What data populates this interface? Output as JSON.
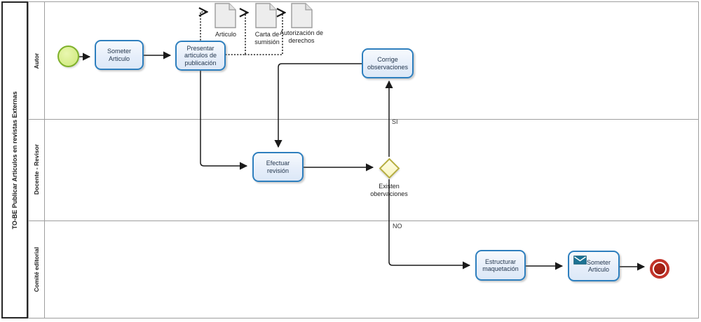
{
  "pool": {
    "title": "TO-BE Publicar Articulos en revistas Externas"
  },
  "lanes": [
    {
      "label": "Autor"
    },
    {
      "label": "Docente - Revisor"
    },
    {
      "label": "Comité editorial"
    }
  ],
  "tasks": {
    "someter1": "Someter Articulo",
    "presentar": "Presentar articulos de publicación",
    "corrige": "Corrige observaciones",
    "efectuar": "Efectuar revisión",
    "estructurar": "Estructurar maquetación",
    "someter2": "Someter Articulo"
  },
  "gateway": {
    "label": "Existen obervaciones"
  },
  "flow_labels": {
    "si": "SI",
    "no": "NO"
  },
  "documents": [
    "Articulo",
    "Carta de sumisión",
    "Autorización de derechos"
  ],
  "events": {
    "start": "start-event",
    "end": "end-event"
  },
  "colors": {
    "task_fill": "#e6eefa",
    "task_border": "#2e7fbe",
    "start_fill": "#cde878",
    "start_border": "#7fb12b",
    "gateway_fill": "#faf6c0",
    "gateway_border": "#b6ad3f",
    "end_ring": "#c2342a",
    "end_core": "#8c170d",
    "document_fill": "#ededed",
    "document_border": "#9b9b9b",
    "lane_line": "#9e9e9e",
    "flow_line": "#1a1a1a",
    "envelope": "#1d7394"
  }
}
